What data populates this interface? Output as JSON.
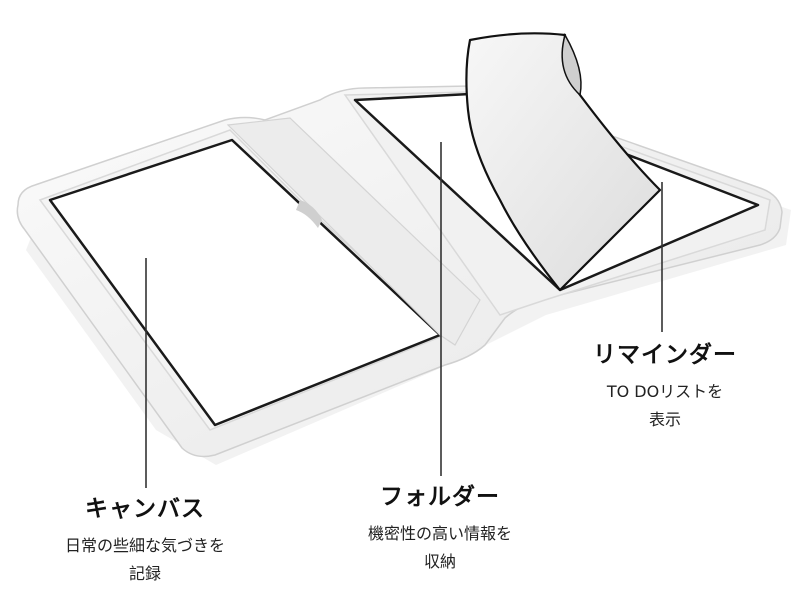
{
  "callouts": {
    "canvas": {
      "title": "キャンバス",
      "desc_line1": "日常の些細な気づきを",
      "desc_line2": "記録"
    },
    "folder": {
      "title": "フォルダー",
      "desc_line1": "機密性の高い情報を",
      "desc_line2": "収納"
    },
    "reminder": {
      "title": "リマインダー",
      "desc_line1": "TO DOリストを",
      "desc_line2": "表示"
    }
  },
  "colors": {
    "background": "#ffffff",
    "device_body": "#f2f2f2",
    "device_edge": "#d6d6d6",
    "screen_frame": "#1a1a1a",
    "leader_line": "#333333"
  }
}
